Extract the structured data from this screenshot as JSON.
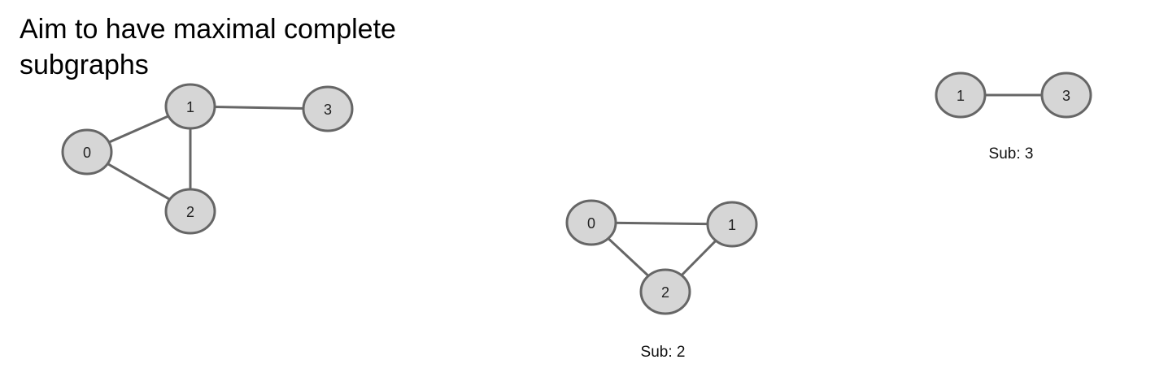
{
  "title": "Aim to have maximal complete subgraphs",
  "colors": {
    "node_fill": "#d6d6d6",
    "node_stroke": "#666666",
    "edge": "#666666",
    "text": "#222222"
  },
  "graphs": {
    "original": {
      "nodes": [
        "0",
        "1",
        "2",
        "3"
      ],
      "edges": [
        [
          "0",
          "1"
        ],
        [
          "0",
          "2"
        ],
        [
          "1",
          "2"
        ],
        [
          "1",
          "3"
        ]
      ]
    },
    "sub2": {
      "caption": "Sub: 2",
      "nodes": [
        "0",
        "1",
        "2"
      ],
      "edges": [
        [
          "0",
          "1"
        ],
        [
          "0",
          "2"
        ],
        [
          "1",
          "2"
        ]
      ]
    },
    "sub3": {
      "caption": "Sub: 3",
      "nodes": [
        "1",
        "3"
      ],
      "edges": [
        [
          "1",
          "3"
        ]
      ]
    }
  }
}
